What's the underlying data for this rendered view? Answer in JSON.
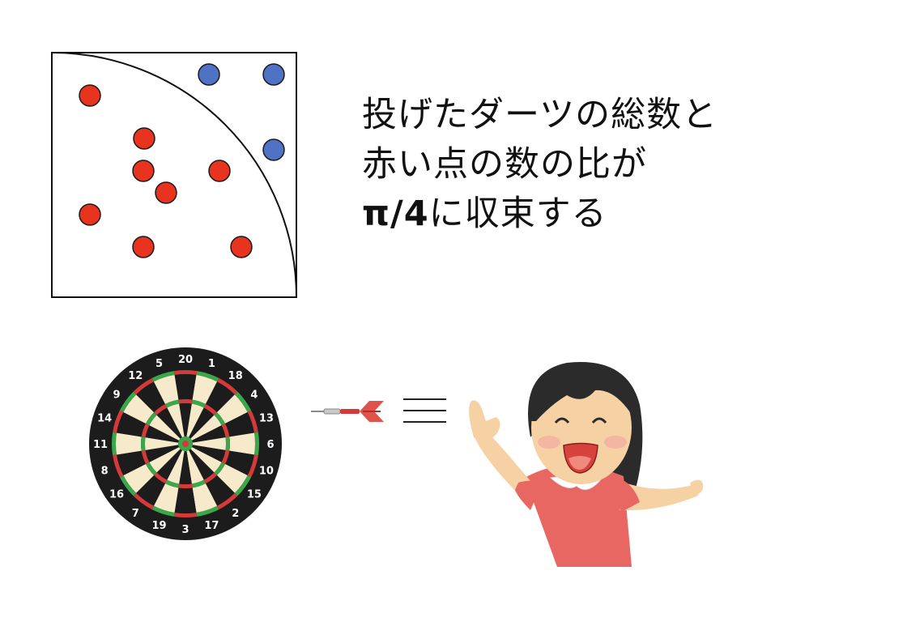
{
  "caption": {
    "line1": "投げたダーツの総数と",
    "line2": "赤い点の数の比が",
    "line3_math": "π/4",
    "line3_rest": "に収束する"
  },
  "dartboard": {
    "numbers": [
      "20",
      "1",
      "18",
      "4",
      "13",
      "6",
      "10",
      "15",
      "2",
      "17",
      "3",
      "19",
      "7",
      "16",
      "8",
      "11",
      "14",
      "9",
      "12",
      "5"
    ]
  },
  "colors": {
    "red_dot": "#e8331f",
    "blue_dot": "#4f72c4",
    "dot_stroke": "#1a1a1a"
  },
  "icons": {
    "dart": "dart-icon",
    "equivalence": "triple-bar-icon",
    "person": "girl-pointing-icon"
  }
}
